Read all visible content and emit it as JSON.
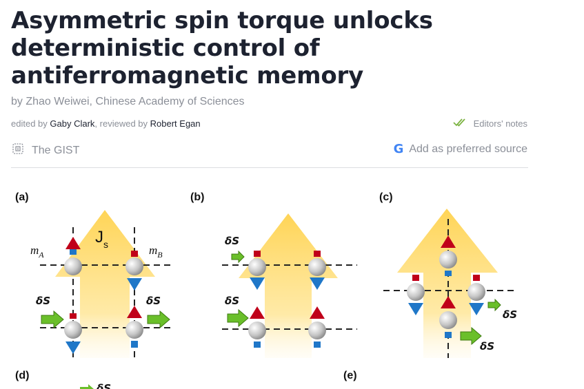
{
  "article": {
    "title": "Asymmetric spin torque unlocks deterministic control of antiferromagnetic memory",
    "byline_prefix": "by",
    "author": "Zhao Weiwei, Chinese Academy of Sciences",
    "edited_prefix": "edited by",
    "editor": "Gaby Clark",
    "reviewed_prefix": ", reviewed by",
    "reviewer": "Robert Egan"
  },
  "actions": {
    "editors_notes": "Editors' notes",
    "gist": "The GIST",
    "preferred_source": "Add as preferred source",
    "google_letter": "G"
  },
  "figure": {
    "panels": {
      "a": "(a)",
      "b": "(b)",
      "c": "(c)",
      "d": "(d)",
      "e": "(e)"
    },
    "labels": {
      "js_main": "J",
      "js_sub": "s",
      "ma_main": "m",
      "ma_sub": "A",
      "mb_main": "m",
      "mb_sub": "B",
      "delta_s": "δS"
    }
  },
  "colors": {
    "title": "#1d2230",
    "muted": "#8b8f98",
    "check": "#7cb342",
    "arrow_yellow": "#ffd966",
    "spin_red": "#c0001a",
    "spin_blue": "#1f77c8",
    "torque_green": "#6abf2a"
  }
}
